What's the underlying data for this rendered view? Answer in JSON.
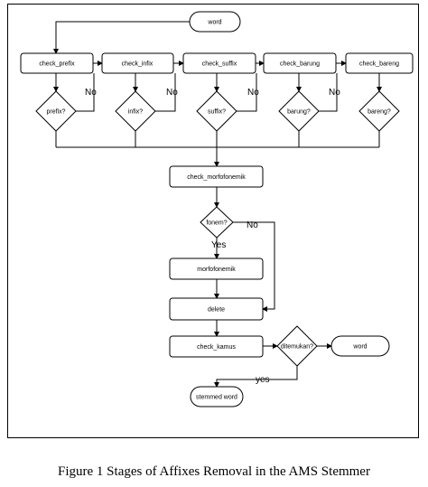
{
  "diagram": {
    "nodes": {
      "word_start": "word",
      "check_prefix": "check_prefix",
      "check_infix": "check_infix",
      "check_suffix": "check_suffix",
      "check_barung": "check_barung",
      "check_bareng": "check_bareng",
      "prefix_q": "prefix?",
      "infix_q": "infix?",
      "suffix_q": "suffix?",
      "barung_q": "barung?",
      "bareng_q": "bareng?",
      "check_morfofonemik": "check_morfofonemik",
      "fonem_q": "fonem?",
      "morfofonemik": "morfofonemik",
      "delete": "delete",
      "check_kamus": "check_kamus",
      "ditemukan_q": "ditemukan?",
      "word_end": "word",
      "stemmed_word": "stemmed word"
    },
    "edge_labels": {
      "no_prefix": "No",
      "no_infix": "No",
      "no_suffix": "No",
      "no_barung": "No",
      "no_fonem": "No",
      "yes_fonem": "Yes",
      "yes_ditemukan": "yes"
    }
  },
  "caption": "Figure 1 Stages of Affixes Removal in the AMS Stemmer"
}
